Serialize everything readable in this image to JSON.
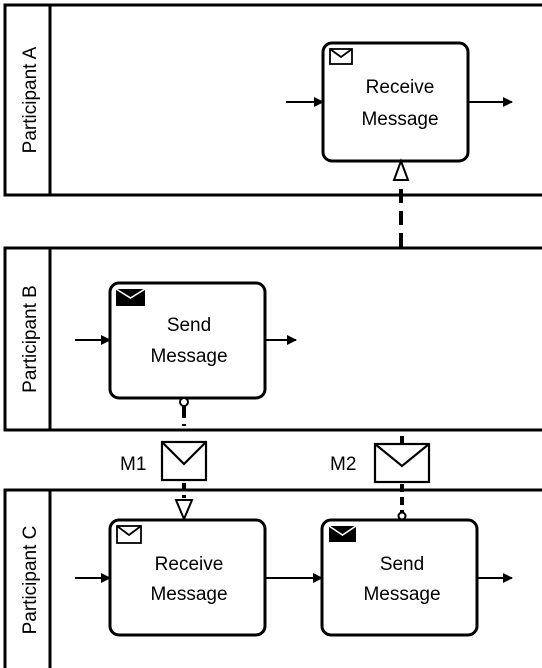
{
  "pools": [
    {
      "label": "Participant A"
    },
    {
      "label": "Participant B"
    },
    {
      "label": "Participant C"
    }
  ],
  "tasks": {
    "a_receive": {
      "line1": "Receive",
      "line2": "Message"
    },
    "b_send": {
      "line1": "Send",
      "line2": "Message"
    },
    "c_receive": {
      "line1": "Receive",
      "line2": "Message"
    },
    "c_send": {
      "line1": "Send",
      "line2": "Message"
    }
  },
  "messages": {
    "m1": "M1",
    "m2": "M2"
  },
  "icons": {
    "receive": "envelope-outline-icon",
    "send": "envelope-filled-icon"
  }
}
